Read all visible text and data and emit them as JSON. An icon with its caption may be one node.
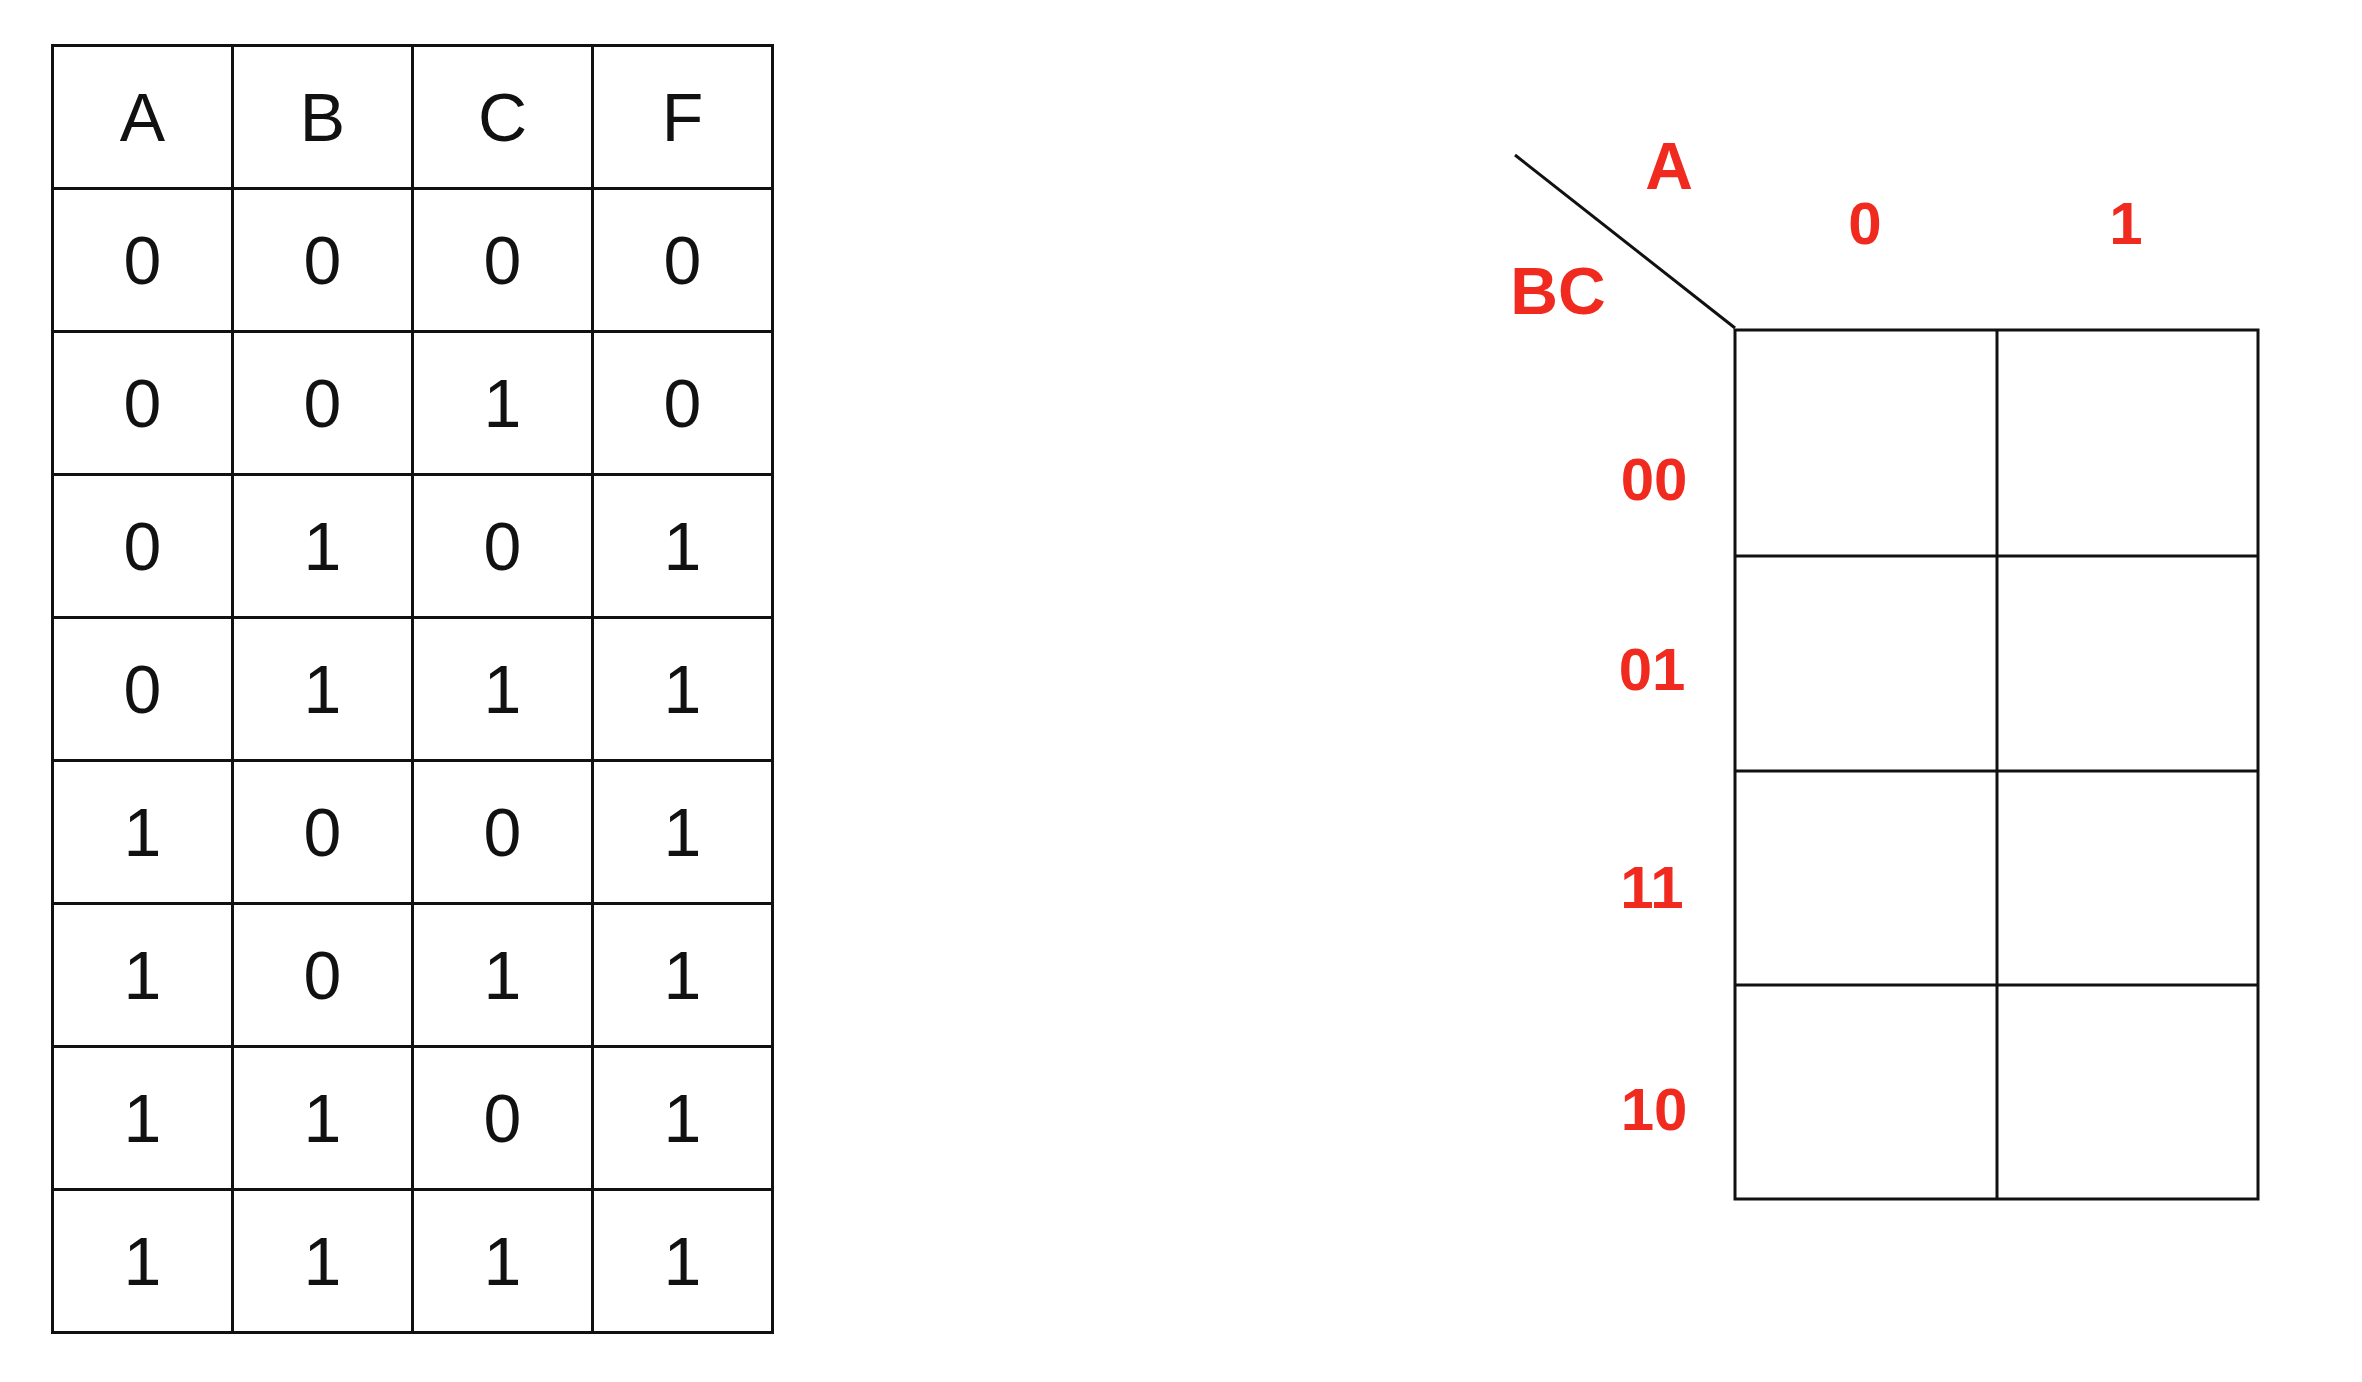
{
  "diagram": {
    "labels": [
      "A",
      "B",
      "C",
      "F",
      "0",
      "0",
      "0",
      "0",
      "0",
      "0",
      "1",
      "0",
      "0",
      "1",
      "0",
      "1",
      "0",
      "1",
      "1",
      "1",
      "1",
      "0",
      "0",
      "1",
      "1",
      "0",
      "1",
      "1",
      "1",
      "1",
      "0",
      "1",
      "1",
      "1",
      "1",
      "1",
      "A",
      "BC",
      "0",
      "1",
      "00",
      "01",
      "11",
      "10"
    ]
  }
}
